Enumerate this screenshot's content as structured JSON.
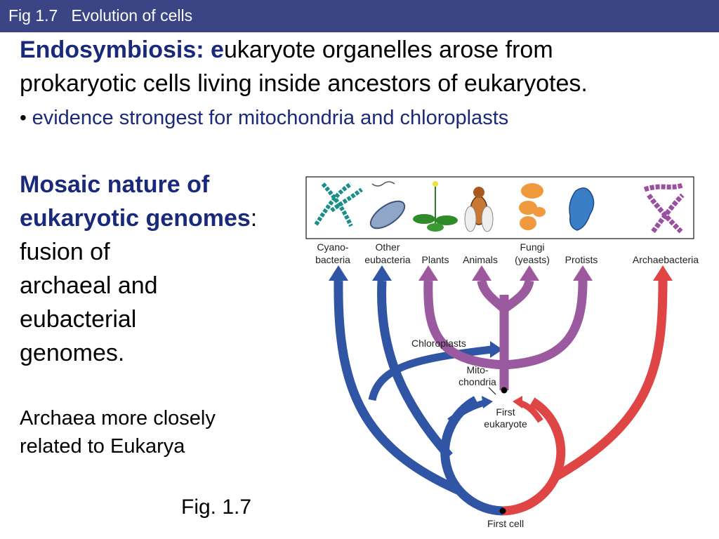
{
  "header": {
    "title": "Fig 1.7   Evolution of cells"
  },
  "intro": {
    "term": "Endosymbiosis: e",
    "definition_rest": "ukaryote organelles arose from",
    "definition_line2": "prokaryotic cells living inside ancestors of eukaryotes.",
    "bullet_symbol": "•",
    "bullet": "evidence strongest for mitochondria and chloroplasts"
  },
  "mosaic": {
    "heading_line1": "Mosaic nature of",
    "heading_line2": "eukaryotic genomes",
    "colon": ":",
    "body_lines": [
      "fusion of",
      "archaeal and",
      "eubacterial",
      "genomes."
    ]
  },
  "archaea_note": {
    "line1": "Archaea more closely",
    "line2": "related to Eukarya"
  },
  "figure_label": "Fig. 1.7",
  "diagram": {
    "taxa": {
      "cyanobacteria": [
        "Cyano-",
        "bacteria"
      ],
      "other_eubacteria": [
        "Other",
        "eubacteria"
      ],
      "plants": "Plants",
      "animals": "Animals",
      "fungi": [
        "Fungi",
        "(yeasts)"
      ],
      "protists": "Protists",
      "archaebacteria": "Archaebacteria"
    },
    "labels": {
      "chloroplasts": "Chloroplasts",
      "mitochondria": [
        "Mito-",
        "chondria"
      ],
      "first_eukaryote": [
        "First",
        "eukaryote"
      ],
      "first_cell": "First cell"
    },
    "colors": {
      "eubacteria_branch": "#2f55a4",
      "archaea_branch": "#e04545",
      "eukaryote_branch": "#9b5aa0",
      "header_bar": "#3b4585",
      "heading_text": "#1a2a7a"
    },
    "icons": [
      "cyanobacteria-filament-icon",
      "bacterium-icon",
      "plant-icon",
      "fly-icon",
      "yeast-icon",
      "protist-icon",
      "archaea-filament-icon"
    ]
  }
}
